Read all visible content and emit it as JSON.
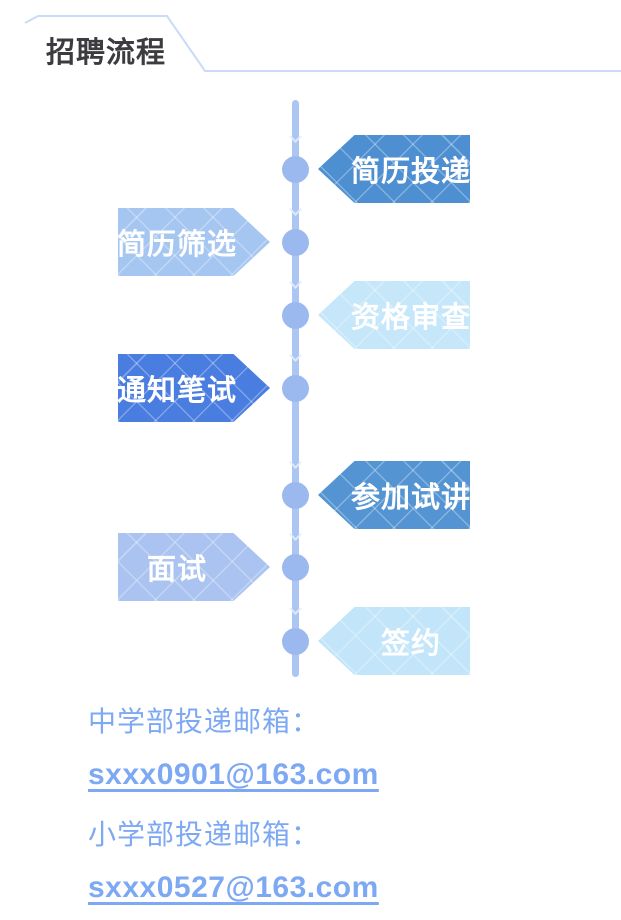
{
  "header": {
    "title": "招聘流程"
  },
  "timeline": {
    "line_color": "#abc6f3",
    "dot_color": "#9cb9ef",
    "steps": [
      {
        "label": "简历投递",
        "side": "right",
        "color": "#4e8fd2"
      },
      {
        "label": "简历筛选",
        "side": "left",
        "color": "#a6c6f2"
      },
      {
        "label": "资格审查",
        "side": "right",
        "color": "#c5e7f9"
      },
      {
        "label": "通知笔试",
        "side": "left",
        "color": "#4a7de0"
      },
      {
        "label": "参加试讲",
        "side": "right",
        "color": "#5494d2"
      },
      {
        "label": "面试",
        "side": "left",
        "color": "#abc3f0"
      },
      {
        "label": "签约",
        "side": "right",
        "color": "#c2e5f9"
      }
    ]
  },
  "contacts": [
    {
      "label": "中学部投递邮箱：",
      "email": "sxxx0901@163.com"
    },
    {
      "label": "小学部投递邮箱：",
      "email": "sxxx0527@163.com"
    }
  ],
  "colors": {
    "title_text": "#3b3b40",
    "header_rule": "#c9dbf8",
    "contact_text": "#7da8f3"
  }
}
